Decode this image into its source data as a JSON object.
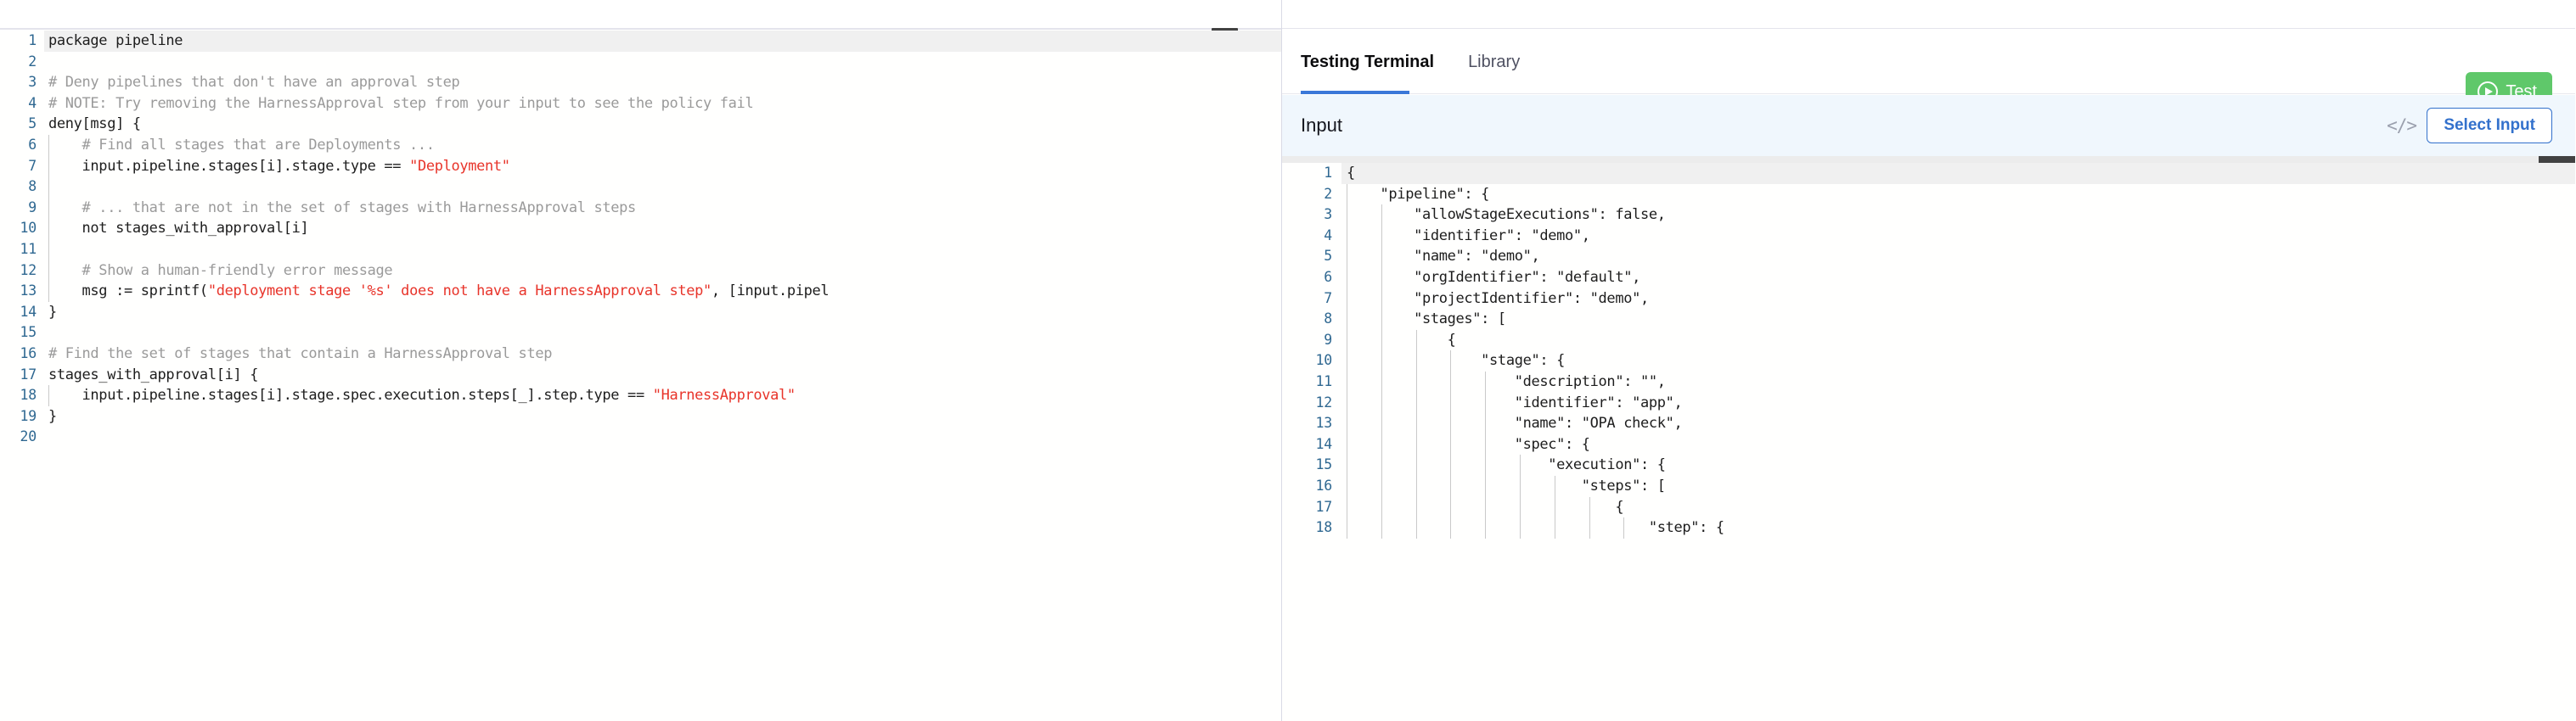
{
  "policy_editor": {
    "name": "rego-policy-editor",
    "language": "rego",
    "active_line": 1,
    "total_lines": 20,
    "lines": [
      {
        "n": "1",
        "indent": 0,
        "segments": [
          {
            "t": "package pipeline",
            "c": "kw"
          }
        ]
      },
      {
        "n": "2",
        "indent": 0,
        "segments": []
      },
      {
        "n": "3",
        "indent": 0,
        "segments": [
          {
            "t": "# Deny pipelines that don't have an approval step",
            "c": "cmt"
          }
        ]
      },
      {
        "n": "4",
        "indent": 0,
        "segments": [
          {
            "t": "# NOTE: Try removing the HarnessApproval step from your input to see the policy fail",
            "c": "cmt"
          }
        ]
      },
      {
        "n": "5",
        "indent": 0,
        "segments": [
          {
            "t": "deny[msg] {",
            "c": "kw"
          }
        ]
      },
      {
        "n": "6",
        "indent": 1,
        "segments": [
          {
            "t": "    # Find all stages that are Deployments ...",
            "c": "cmt"
          }
        ]
      },
      {
        "n": "7",
        "indent": 1,
        "segments": [
          {
            "t": "    input.pipeline.stages[i].stage.type == ",
            "c": "kw"
          },
          {
            "t": "\"Deployment\"",
            "c": "str"
          }
        ]
      },
      {
        "n": "8",
        "indent": 1,
        "segments": []
      },
      {
        "n": "9",
        "indent": 1,
        "segments": [
          {
            "t": "    # ... that are not in the set of stages with HarnessApproval steps",
            "c": "cmt"
          }
        ]
      },
      {
        "n": "10",
        "indent": 1,
        "segments": [
          {
            "t": "    not stages_with_approval[i]",
            "c": "kw"
          }
        ]
      },
      {
        "n": "11",
        "indent": 1,
        "segments": []
      },
      {
        "n": "12",
        "indent": 1,
        "segments": [
          {
            "t": "    # Show a human-friendly error message",
            "c": "cmt"
          }
        ]
      },
      {
        "n": "13",
        "indent": 1,
        "segments": [
          {
            "t": "    msg := sprintf(",
            "c": "kw"
          },
          {
            "t": "\"deployment stage '%s' does not have a HarnessApproval step\"",
            "c": "str"
          },
          {
            "t": ", [input.pipel",
            "c": "kw"
          }
        ]
      },
      {
        "n": "14",
        "indent": 0,
        "segments": [
          {
            "t": "}",
            "c": "kw"
          }
        ]
      },
      {
        "n": "15",
        "indent": 0,
        "segments": []
      },
      {
        "n": "16",
        "indent": 0,
        "segments": [
          {
            "t": "# Find the set of stages that contain a HarnessApproval step",
            "c": "cmt"
          }
        ]
      },
      {
        "n": "17",
        "indent": 0,
        "segments": [
          {
            "t": "stages_with_approval[i] {",
            "c": "kw"
          }
        ]
      },
      {
        "n": "18",
        "indent": 1,
        "segments": [
          {
            "t": "    input.pipeline.stages[i].stage.spec.execution.steps[_].step.type == ",
            "c": "kw"
          },
          {
            "t": "\"HarnessApproval\"",
            "c": "str"
          }
        ]
      },
      {
        "n": "19",
        "indent": 0,
        "segments": [
          {
            "t": "}",
            "c": "kw"
          }
        ]
      },
      {
        "n": "20",
        "indent": 0,
        "segments": []
      }
    ]
  },
  "terminal": {
    "tabs": [
      {
        "label": "Testing Terminal",
        "active": true
      },
      {
        "label": "Library",
        "active": false
      }
    ],
    "test_button": {
      "label": "Test",
      "icon": "play-circle-icon",
      "color": "#5fc86a"
    },
    "input_panel": {
      "title": "Input",
      "code_icon": "</>",
      "select_input_label": "Select Input",
      "accent_color": "#3371cc",
      "background_color": "#f0f7fd"
    }
  },
  "input_editor": {
    "name": "json-input-editor",
    "language": "json",
    "active_line": 1,
    "lines": [
      {
        "n": "1",
        "indent": 0,
        "text": "{"
      },
      {
        "n": "2",
        "indent": 1,
        "text": "    \"pipeline\": {"
      },
      {
        "n": "3",
        "indent": 2,
        "text": "        \"allowStageExecutions\": false,"
      },
      {
        "n": "4",
        "indent": 2,
        "text": "        \"identifier\": \"demo\","
      },
      {
        "n": "5",
        "indent": 2,
        "text": "        \"name\": \"demo\","
      },
      {
        "n": "6",
        "indent": 2,
        "text": "        \"orgIdentifier\": \"default\","
      },
      {
        "n": "7",
        "indent": 2,
        "text": "        \"projectIdentifier\": \"demo\","
      },
      {
        "n": "8",
        "indent": 2,
        "text": "        \"stages\": ["
      },
      {
        "n": "9",
        "indent": 3,
        "text": "            {"
      },
      {
        "n": "10",
        "indent": 4,
        "text": "                \"stage\": {"
      },
      {
        "n": "11",
        "indent": 5,
        "text": "                    \"description\": \"\","
      },
      {
        "n": "12",
        "indent": 5,
        "text": "                    \"identifier\": \"app\","
      },
      {
        "n": "13",
        "indent": 5,
        "text": "                    \"name\": \"OPA check\","
      },
      {
        "n": "14",
        "indent": 5,
        "text": "                    \"spec\": {"
      },
      {
        "n": "15",
        "indent": 6,
        "text": "                        \"execution\": {"
      },
      {
        "n": "16",
        "indent": 7,
        "text": "                            \"steps\": ["
      },
      {
        "n": "17",
        "indent": 8,
        "text": "                                {"
      },
      {
        "n": "18",
        "indent": 9,
        "text": "                                    \"step\": {"
      }
    ]
  }
}
